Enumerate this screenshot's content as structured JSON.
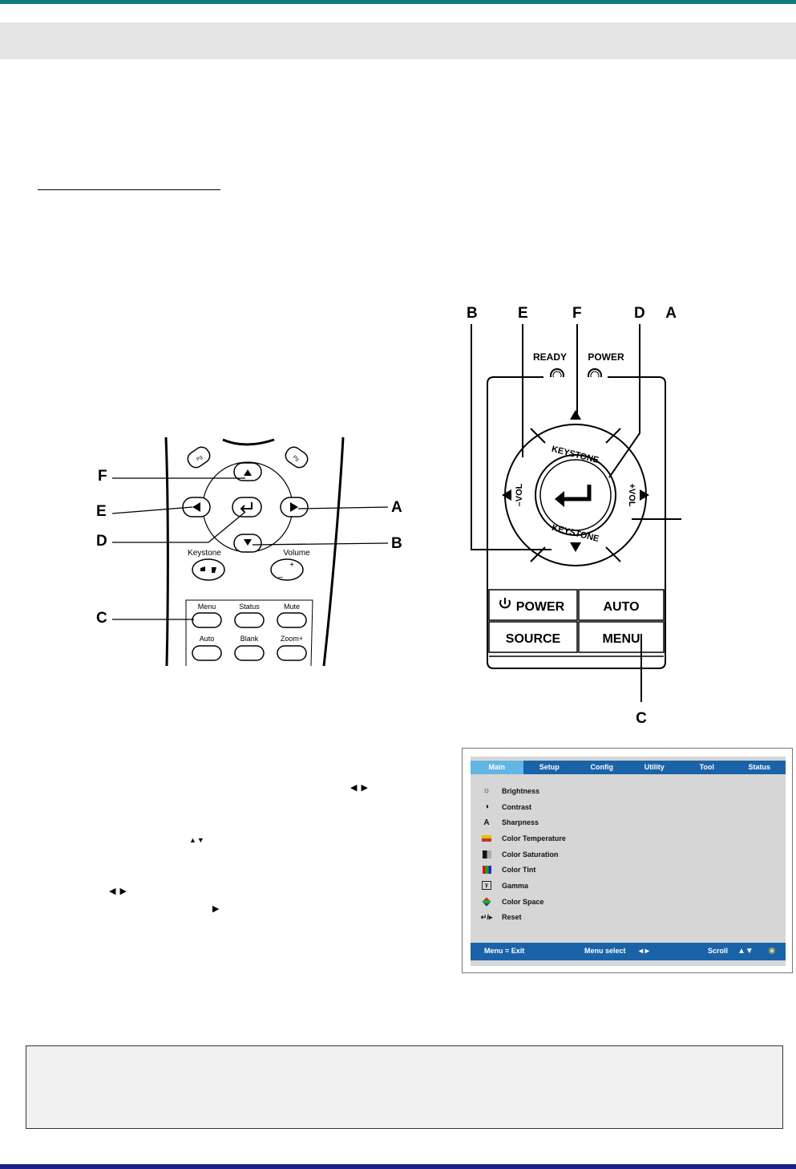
{
  "remote": {
    "callouts": [
      "F",
      "E",
      "D",
      "C",
      "A",
      "B"
    ],
    "key_labels": {
      "keystone": "Keystone",
      "volume": "Volume",
      "menu": "Menu",
      "status": "Status",
      "mute": "Mute",
      "auto": "Auto",
      "blank": "Blank",
      "zoom": "Zoom+"
    }
  },
  "keypad": {
    "callouts": [
      "B",
      "E",
      "F",
      "D",
      "A",
      "C"
    ],
    "ready": "READY",
    "power_led": "POWER",
    "keystone": "KEYSTONE",
    "vol_minus": "–VOL",
    "vol_plus": "+VOL",
    "power_btn": "POWER",
    "auto_btn": "AUTO",
    "source_btn": "SOURCE",
    "menu_btn": "MENU"
  },
  "osd": {
    "tabs": [
      {
        "label": "Main",
        "active": true
      },
      {
        "label": "Setup",
        "active": false
      },
      {
        "label": "Config",
        "active": false
      },
      {
        "label": "Utility",
        "active": false
      },
      {
        "label": "Tool",
        "active": false
      },
      {
        "label": "Status",
        "active": false
      }
    ],
    "items": [
      {
        "label": "Brightness",
        "icon": "sun-icon"
      },
      {
        "label": "Contrast",
        "icon": "contrast-icon"
      },
      {
        "label": "Sharpness",
        "icon": "sharpness-icon"
      },
      {
        "label": "Color Temperature",
        "icon": "color-temperature-icon"
      },
      {
        "label": "Color Saturation",
        "icon": "color-saturation-icon"
      },
      {
        "label": "Color Tint",
        "icon": "color-tint-icon"
      },
      {
        "label": "Gamma",
        "icon": "gamma-icon"
      },
      {
        "label": "Color Space",
        "icon": "color-space-icon"
      },
      {
        "label": "Reset",
        "icon": "reset-icon"
      }
    ],
    "footer": {
      "exit": "Menu = Exit",
      "select": "Menu select",
      "scroll": "Scroll"
    },
    "colors": {
      "tab_bar": "#1a63a8",
      "active_tab": "#62b6e5",
      "panel": "#d6d6d6"
    }
  },
  "inline_glyphs": {
    "left_right": "◀ ▶",
    "up_down": "▲▼",
    "right": "▶"
  }
}
